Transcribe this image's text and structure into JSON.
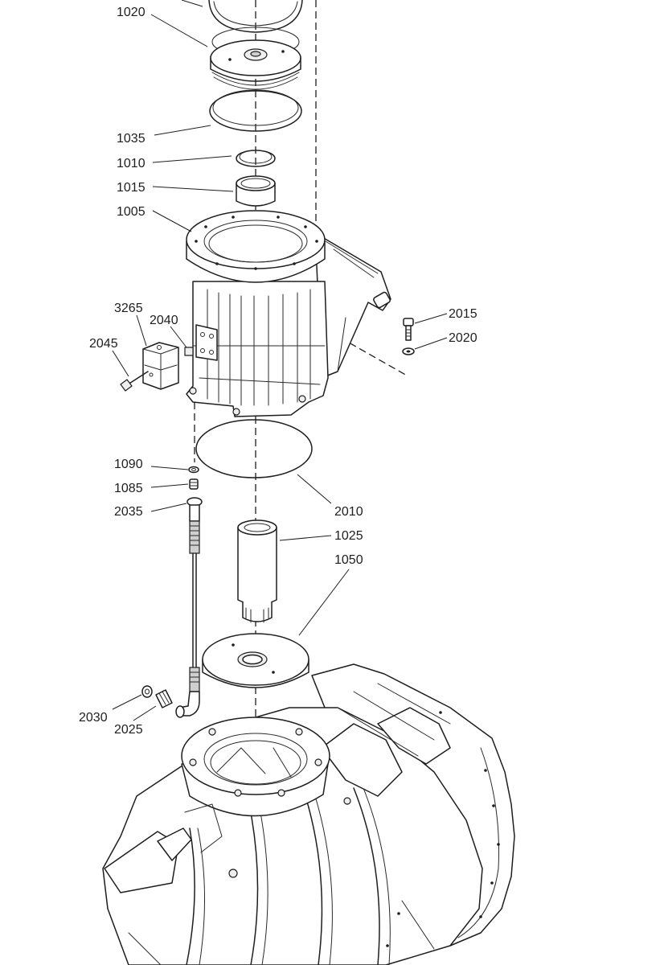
{
  "callouts": [
    {
      "id": "c1020",
      "text": "1020"
    },
    {
      "id": "c1035",
      "text": "1035"
    },
    {
      "id": "c1010",
      "text": "1010"
    },
    {
      "id": "c1015",
      "text": "1015"
    },
    {
      "id": "c1005",
      "text": "1005"
    },
    {
      "id": "c3265",
      "text": "3265"
    },
    {
      "id": "c2040",
      "text": "2040"
    },
    {
      "id": "c2045",
      "text": "2045"
    },
    {
      "id": "c2015",
      "text": "2015"
    },
    {
      "id": "c2020",
      "text": "2020"
    },
    {
      "id": "c1090",
      "text": "1090"
    },
    {
      "id": "c1085",
      "text": "1085"
    },
    {
      "id": "c2035",
      "text": "2035"
    },
    {
      "id": "c2010",
      "text": "2010"
    },
    {
      "id": "c1025",
      "text": "1025"
    },
    {
      "id": "c1050",
      "text": "1050"
    },
    {
      "id": "c2030",
      "text": "2030"
    },
    {
      "id": "c2025",
      "text": "2025"
    }
  ]
}
